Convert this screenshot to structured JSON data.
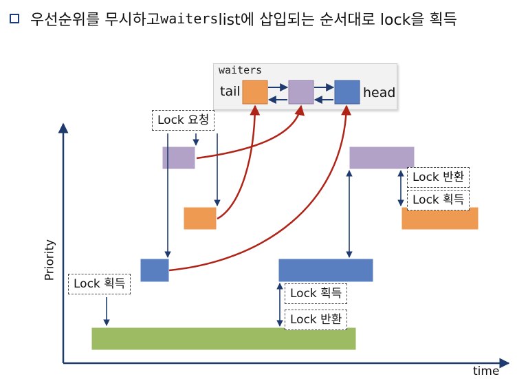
{
  "heading": {
    "part1": "우선순위를 무시하고 ",
    "code": "waiters",
    "part2": " list에 삽입되는 순서대로 lock을 획득"
  },
  "queue": {
    "title": "waiters",
    "tail_label": "tail",
    "head_label": "head"
  },
  "notes": {
    "lock_request": "Lock 요청",
    "lock_acquire_left": "Lock 획득",
    "lock_acquire_mid": "Lock 획득",
    "lock_release_mid": "Lock 반환",
    "lock_release_right": "Lock 반환",
    "lock_acquire_right": "Lock 획득"
  },
  "axes": {
    "y_label": "Priority",
    "x_label": "time"
  },
  "colors": {
    "orange": "#ee9a52",
    "purple": "#b3a2c8",
    "blue": "#5a7fc0",
    "green": "#9cbb62",
    "curve": "#b02418",
    "arrow": "#1f3a6e"
  }
}
